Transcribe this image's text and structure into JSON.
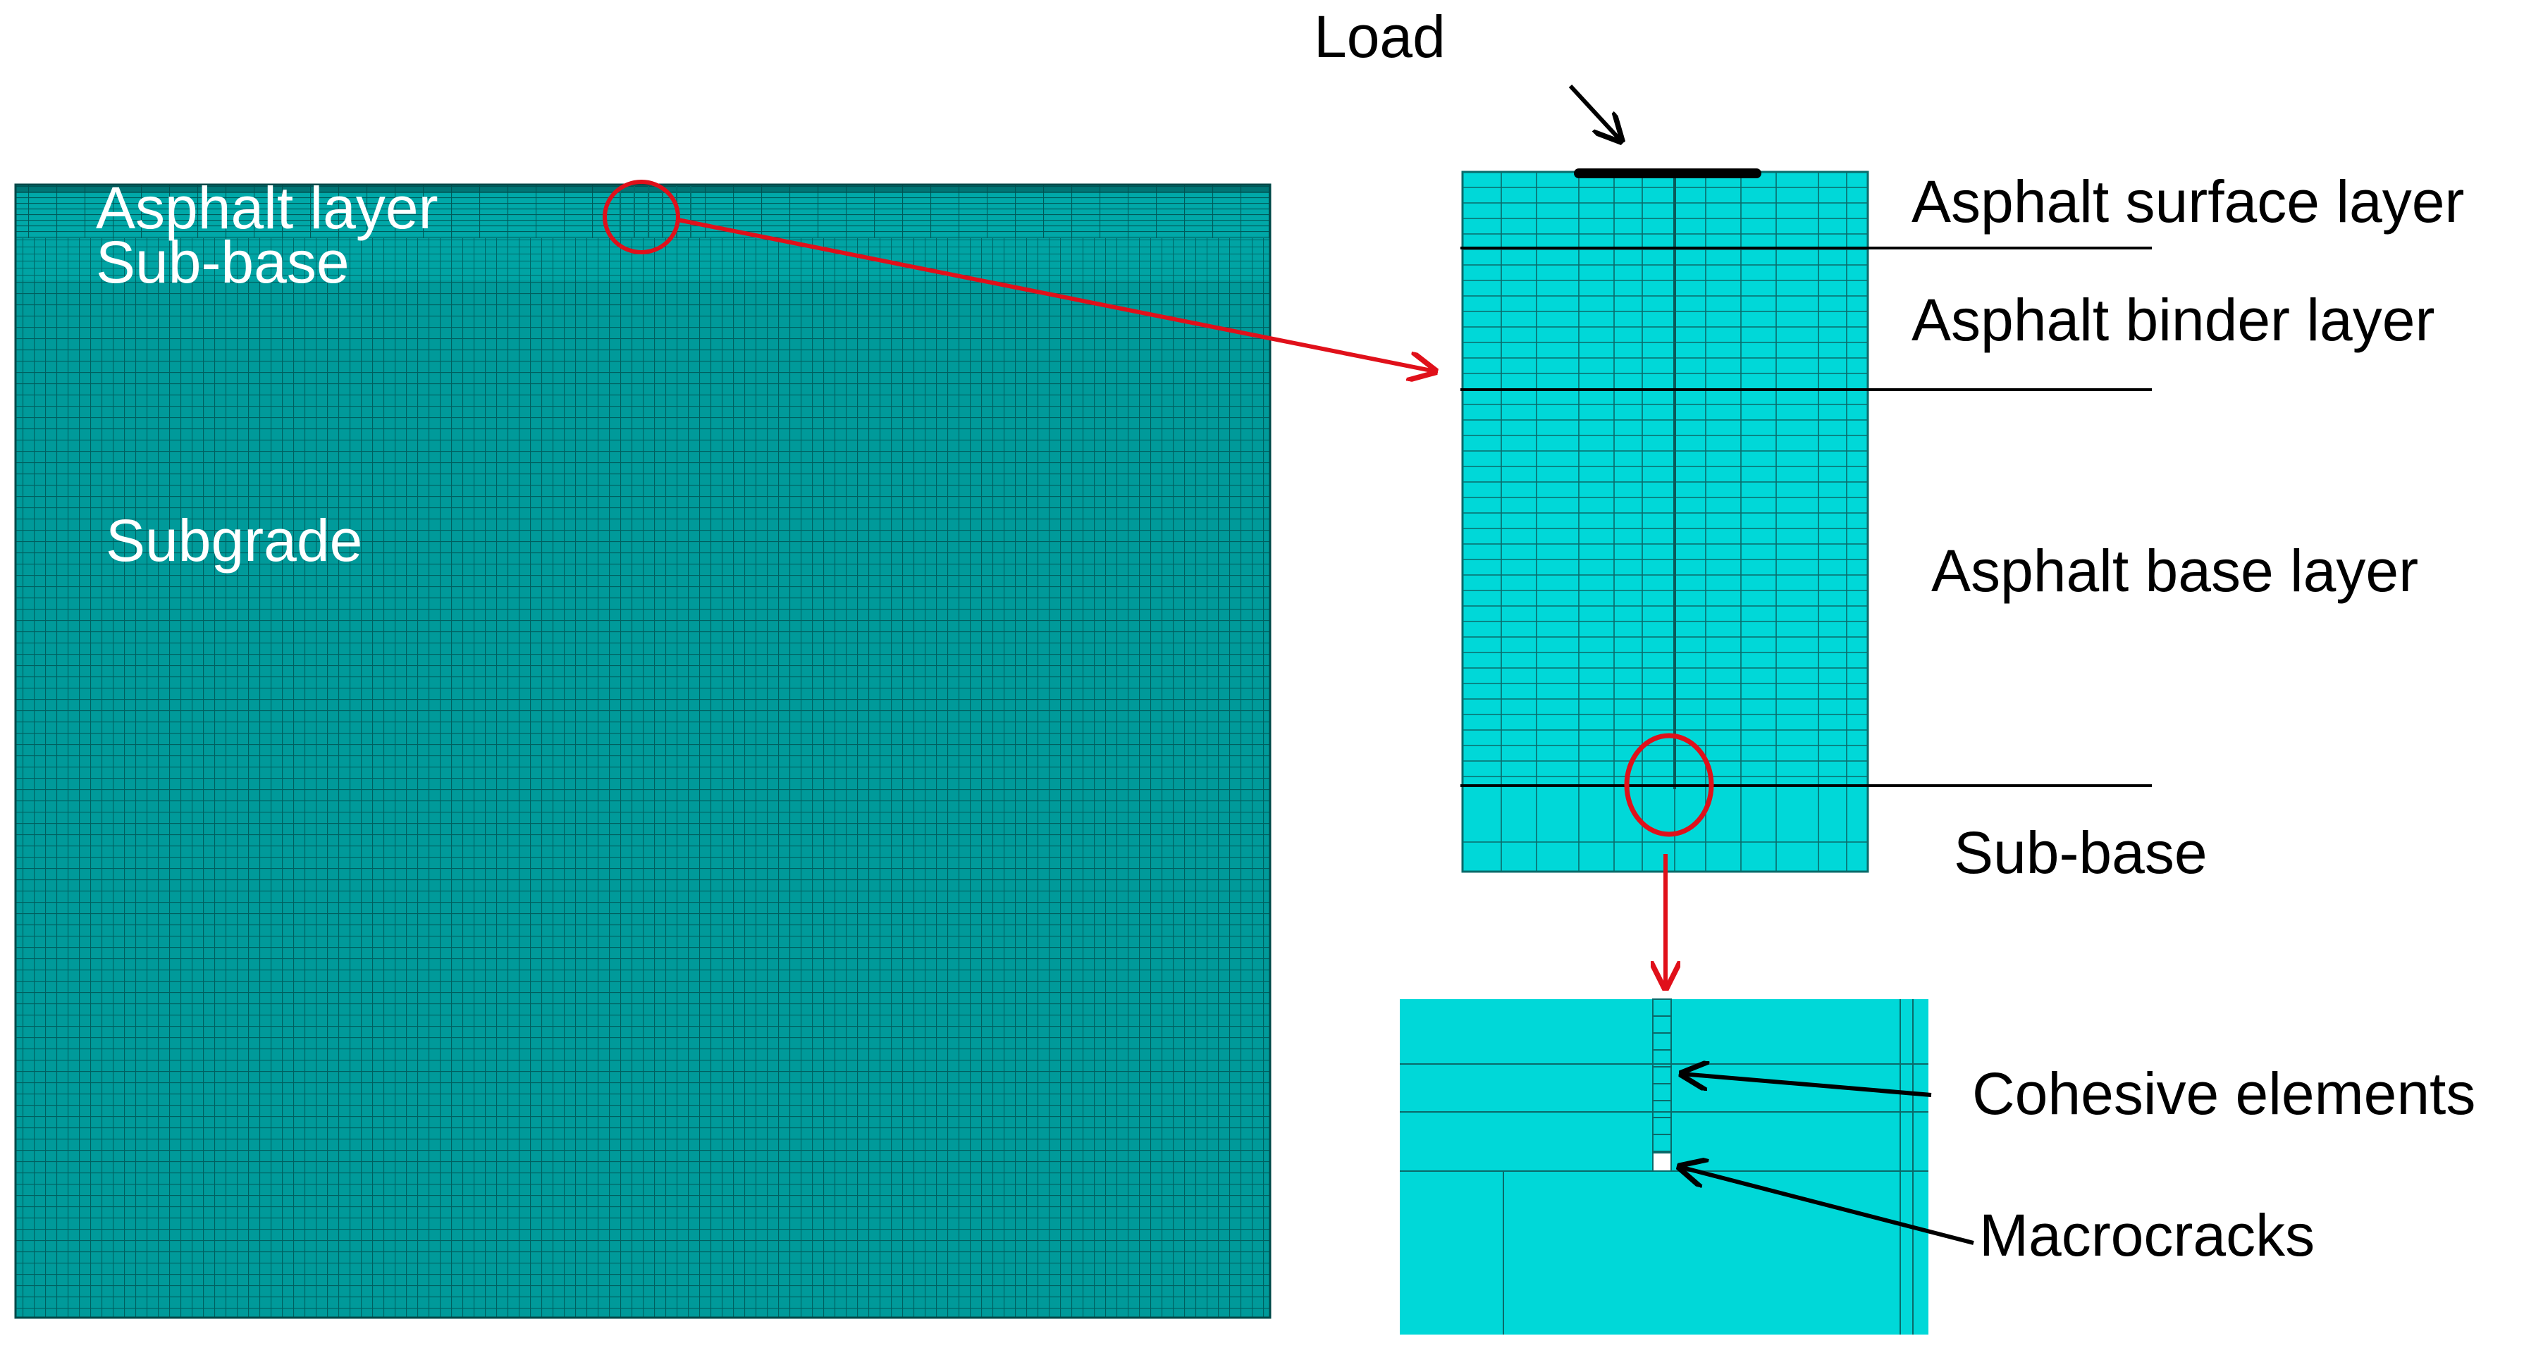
{
  "colors": {
    "mesh_fill": "#009a9a",
    "mesh_line": "#005f5f",
    "zoom_fill": "#00d8d8",
    "zoom_line": "#0a6a6a",
    "highlight": "#e0101a",
    "ink": "#000000",
    "label_on_mesh": "#ffffff"
  },
  "full_model": {
    "label_asphalt": "Asphalt layer",
    "label_subbase": "Sub-base",
    "label_subgrade": "Subgrade"
  },
  "detail_section": {
    "load_label": "Load",
    "layer_surface": "Asphalt surface layer",
    "layer_binder": "Asphalt binder layer",
    "layer_base": "Asphalt base layer",
    "layer_subbase": "Sub-base"
  },
  "crack_detail": {
    "cohesive_label": "Cohesive elements",
    "macrocrack_label": "Macrocracks"
  },
  "icons": [
    "zoom-arrow-icon",
    "load-arrow-icon",
    "pointer-arrow-icon"
  ]
}
